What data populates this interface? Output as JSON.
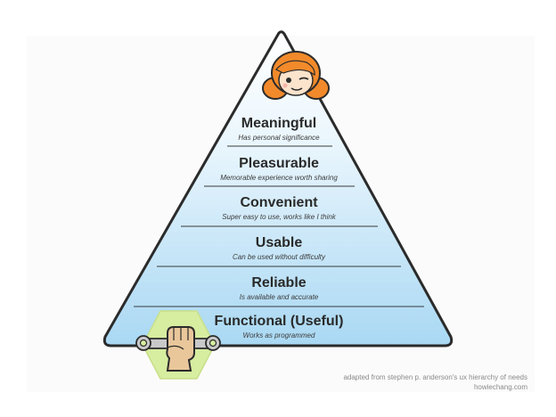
{
  "levels": [
    {
      "title": "Meaningful",
      "subtitle": "Has personal significance"
    },
    {
      "title": "Pleasurable",
      "subtitle": "Memorable experience worth sharing"
    },
    {
      "title": "Convenient",
      "subtitle": "Super easy to use, works like I think"
    },
    {
      "title": "Usable",
      "subtitle": "Can be used without difficulty"
    },
    {
      "title": "Reliable",
      "subtitle": "Is available and accurate"
    },
    {
      "title": "Functional (Useful)",
      "subtitle": "Works as programmed"
    }
  ],
  "credit": {
    "line1": "adapted from stephen p. anderson's ux hierarchy of needs",
    "line2": "howiechang.com"
  },
  "icons": {
    "top": "girl-face-icon",
    "bottom": "fist-with-wrench-icon"
  },
  "colors": {
    "pyramid_top": "#ffffff",
    "pyramid_bottom": "#a9d8f3",
    "outline": "#2b2b2b",
    "hex_badge": "#d7eda0",
    "hair": "#f28a2b",
    "fist": "#e9c79b"
  }
}
